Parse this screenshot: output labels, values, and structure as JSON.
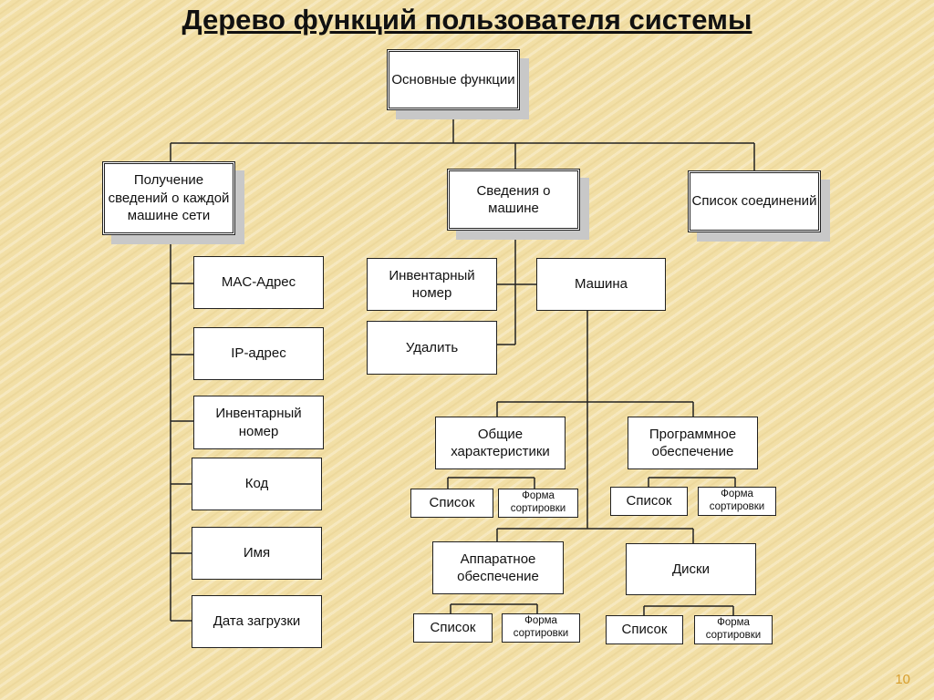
{
  "title": "Дерево функций пользователя системы",
  "page_number": "10",
  "nodes": {
    "root": "Основные функции",
    "network_info": "Получение сведений о каждой машине сети",
    "machine_info": "Сведения о машине",
    "connections": "Список соединений",
    "mac": "MAC-Адрес",
    "ip": "IP-адрес",
    "inv_left": "Инвентарный номер",
    "code": "Код",
    "name": "Имя",
    "load_date": "Дата загрузки",
    "inv_mid": "Инвентарный номер",
    "delete": "Удалить",
    "machine": "Машина",
    "general": "Общие характеристики",
    "software": "Программное обеспечение",
    "hardware": "Аппаратное обеспечение",
    "disks": "Диски",
    "list": "Список",
    "sort_form": "Форма сортировки"
  }
}
